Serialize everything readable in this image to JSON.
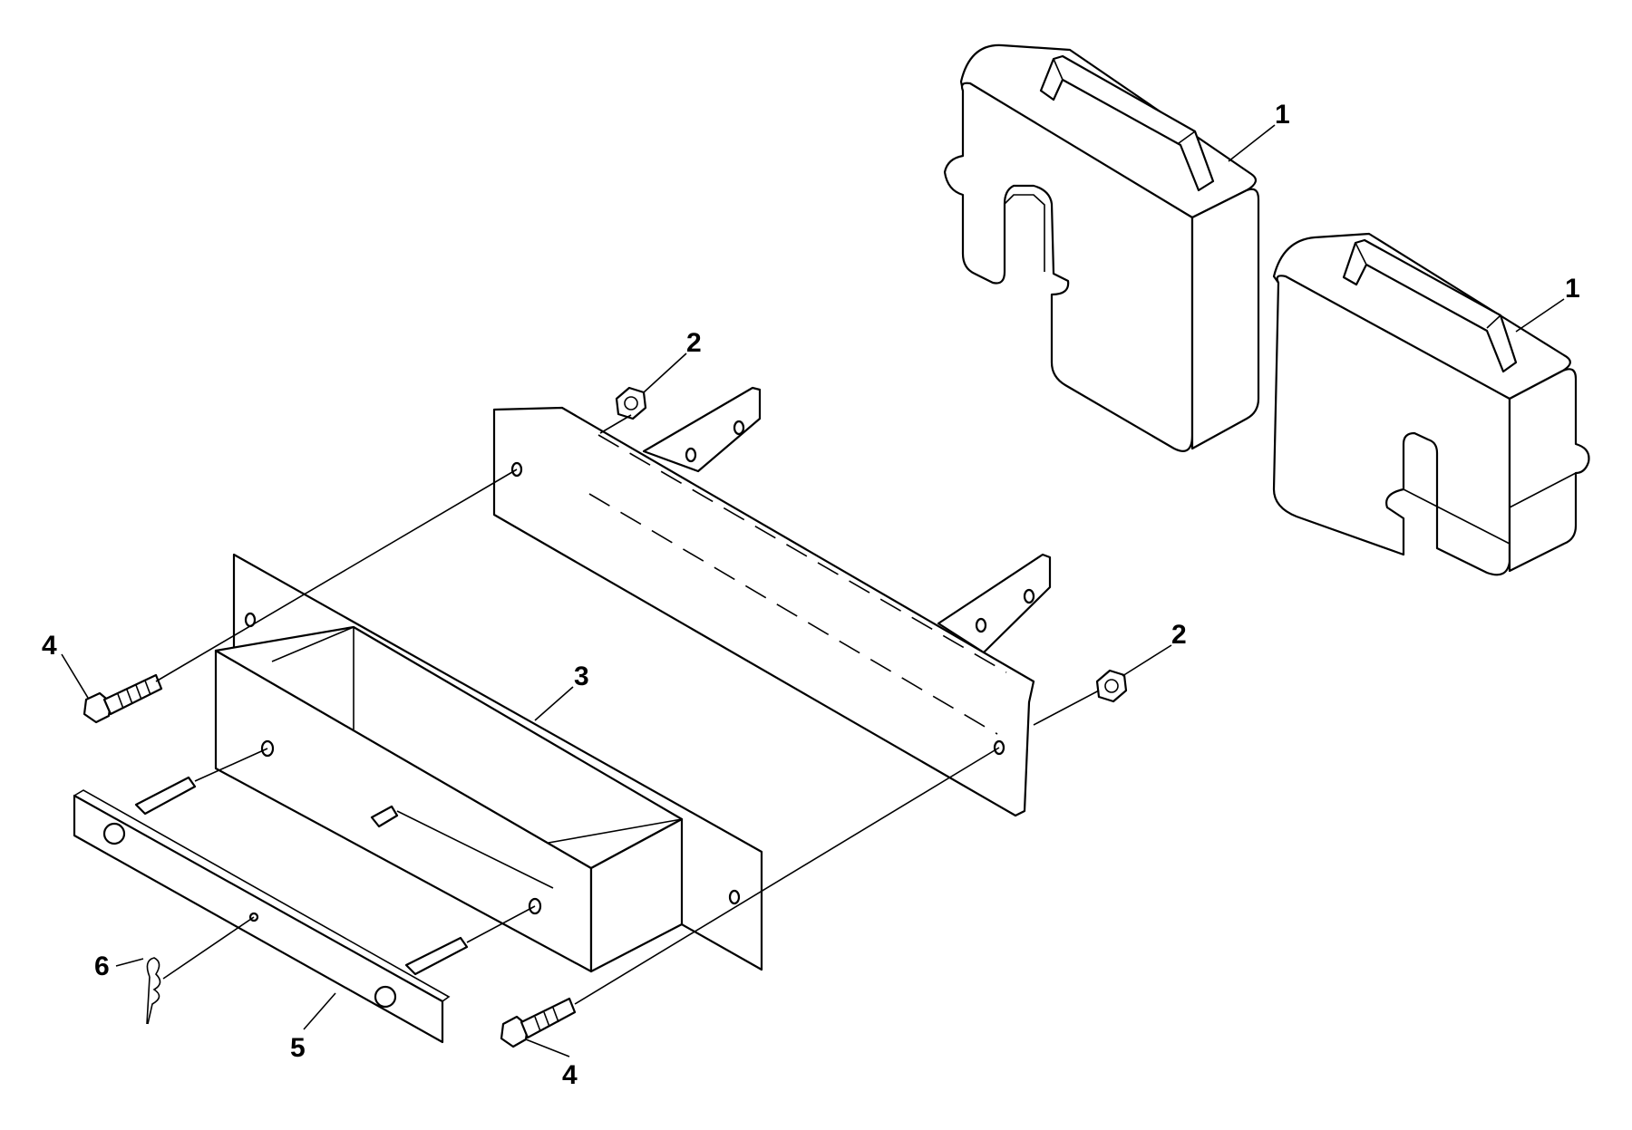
{
  "callouts": [
    {
      "id": "1a",
      "text": "1"
    },
    {
      "id": "1b",
      "text": "1"
    },
    {
      "id": "2a",
      "text": "2"
    },
    {
      "id": "2b",
      "text": "2"
    },
    {
      "id": "3",
      "text": "3"
    },
    {
      "id": "4a",
      "text": "4"
    },
    {
      "id": "4b",
      "text": "4"
    },
    {
      "id": "5",
      "text": "5"
    },
    {
      "id": "6",
      "text": "6"
    }
  ],
  "colors": {
    "line": "#000000",
    "background": "#ffffff"
  }
}
